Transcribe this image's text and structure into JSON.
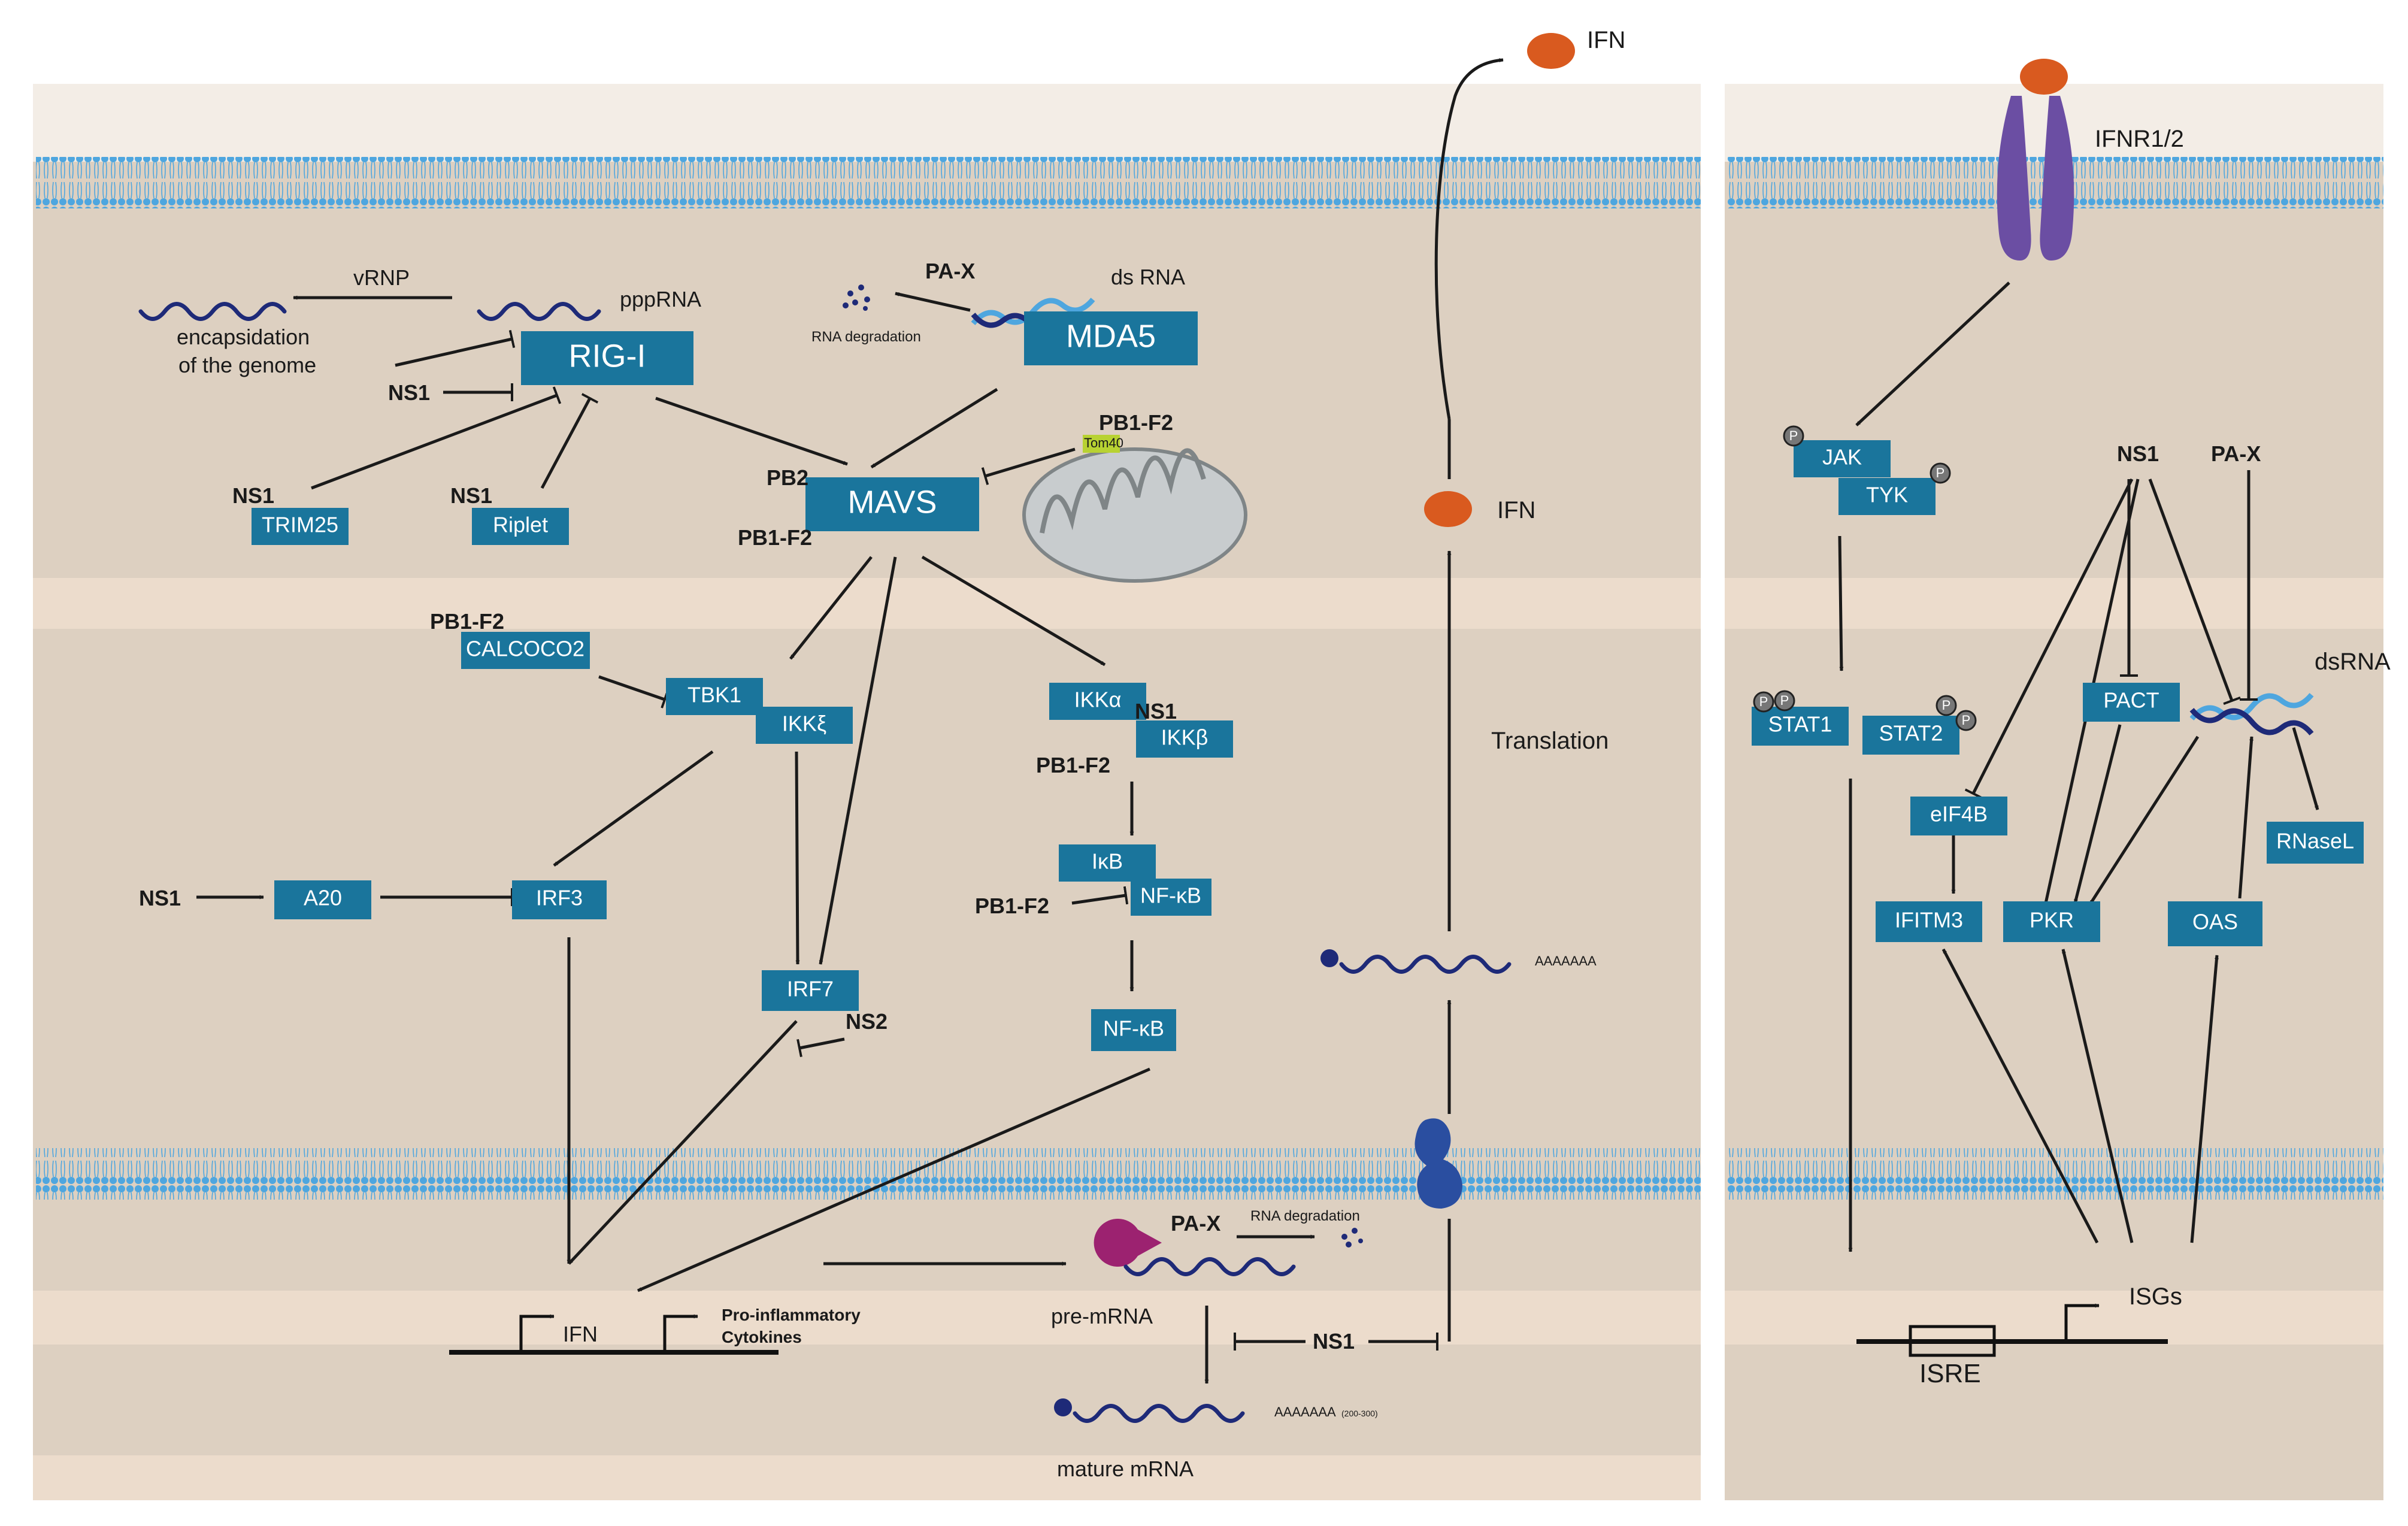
{
  "palette": {
    "cytoplasm": "#ddd0c1",
    "band": "#ecdccc",
    "membrane": "#4ea6df",
    "node": "#1a759c",
    "ifn": "#d95a1f",
    "receptor": "#6b4ea3",
    "rna": "#1e2a78",
    "pa_x_enzyme": "#9c2270",
    "ribosome": "#2a4ea0",
    "mitochondrion": "#c8ccce",
    "tom40": "#b8d232"
  },
  "nodes": {
    "rig_i": "RIG-I",
    "mda5": "MDA5",
    "mavs": "MAVS",
    "trim25": "TRIM25",
    "riplet": "Riplet",
    "calcoco2": "CALCOCO2",
    "tbk1": "TBK1",
    "ikk_xi": "IKKξ",
    "ikk_alpha": "IKKα",
    "ikk_beta": "IKKβ",
    "ikb": "IκB",
    "nfkb_complex": "NF-κB",
    "nfkb": "NF-κB",
    "a20": "A20",
    "irf3": "IRF3",
    "irf7": "IRF7",
    "jak": "JAK",
    "tyk": "TYK",
    "stat1": "STAT1",
    "stat2": "STAT2",
    "pact": "PACT",
    "eif4b": "eIF4B",
    "ifitm3": "IFITM3",
    "pkr": "PKR",
    "oas": "OAS",
    "rnasel": "RNaseL"
  },
  "labels": {
    "vrnp": "vRNP",
    "ppp_rna": "pppRNA",
    "encapsidation_1": "encapsidation",
    "encapsidation_2": "of the genome",
    "pa_x_top": "PA-X",
    "ds_rna": "ds RNA",
    "rna_degradation_top": "RNA degradation",
    "ns1_rig_1": "NS1",
    "ns1_trim25": "NS1",
    "ns1_riplet": "NS1",
    "pb1f2_mito": "PB1-F2",
    "tom40": "Tom40",
    "pb2": "PB2",
    "pb1f2_mavs": "PB1-F2",
    "pb1f2_calcoco2": "PB1-F2",
    "ns1_ikk": "NS1",
    "pb1f2_ikk": "PB1-F2",
    "pb1f2_nfkb": "PB1-F2",
    "ns1_a20": "NS1",
    "ns2": "NS2",
    "ifn_secreted": "IFN",
    "ifn_translated": "IFN",
    "translation": "Translation",
    "poly_a_short": "AAAAAAA",
    "pa_x_nuc": "PA-X",
    "rna_degradation_nuc": "RNA degradation",
    "pre_mrna": "pre-mRNA",
    "ns1_nuc": "NS1",
    "mature_mrna": "mature mRNA",
    "poly_a_long": "AAAAAAA",
    "poly_a_len": "(200-300)",
    "gene_ifn": "IFN",
    "gene_proinfl_1": "Pro-inflammatory",
    "gene_proinfl_2": "Cytokines",
    "ifnr": "IFNR1/2",
    "ns1_right": "NS1",
    "pa_x_right": "PA-X",
    "ds_rna_right": "dsRNA",
    "isgs": "ISGs",
    "isre": "ISRE",
    "phospho": "P"
  }
}
